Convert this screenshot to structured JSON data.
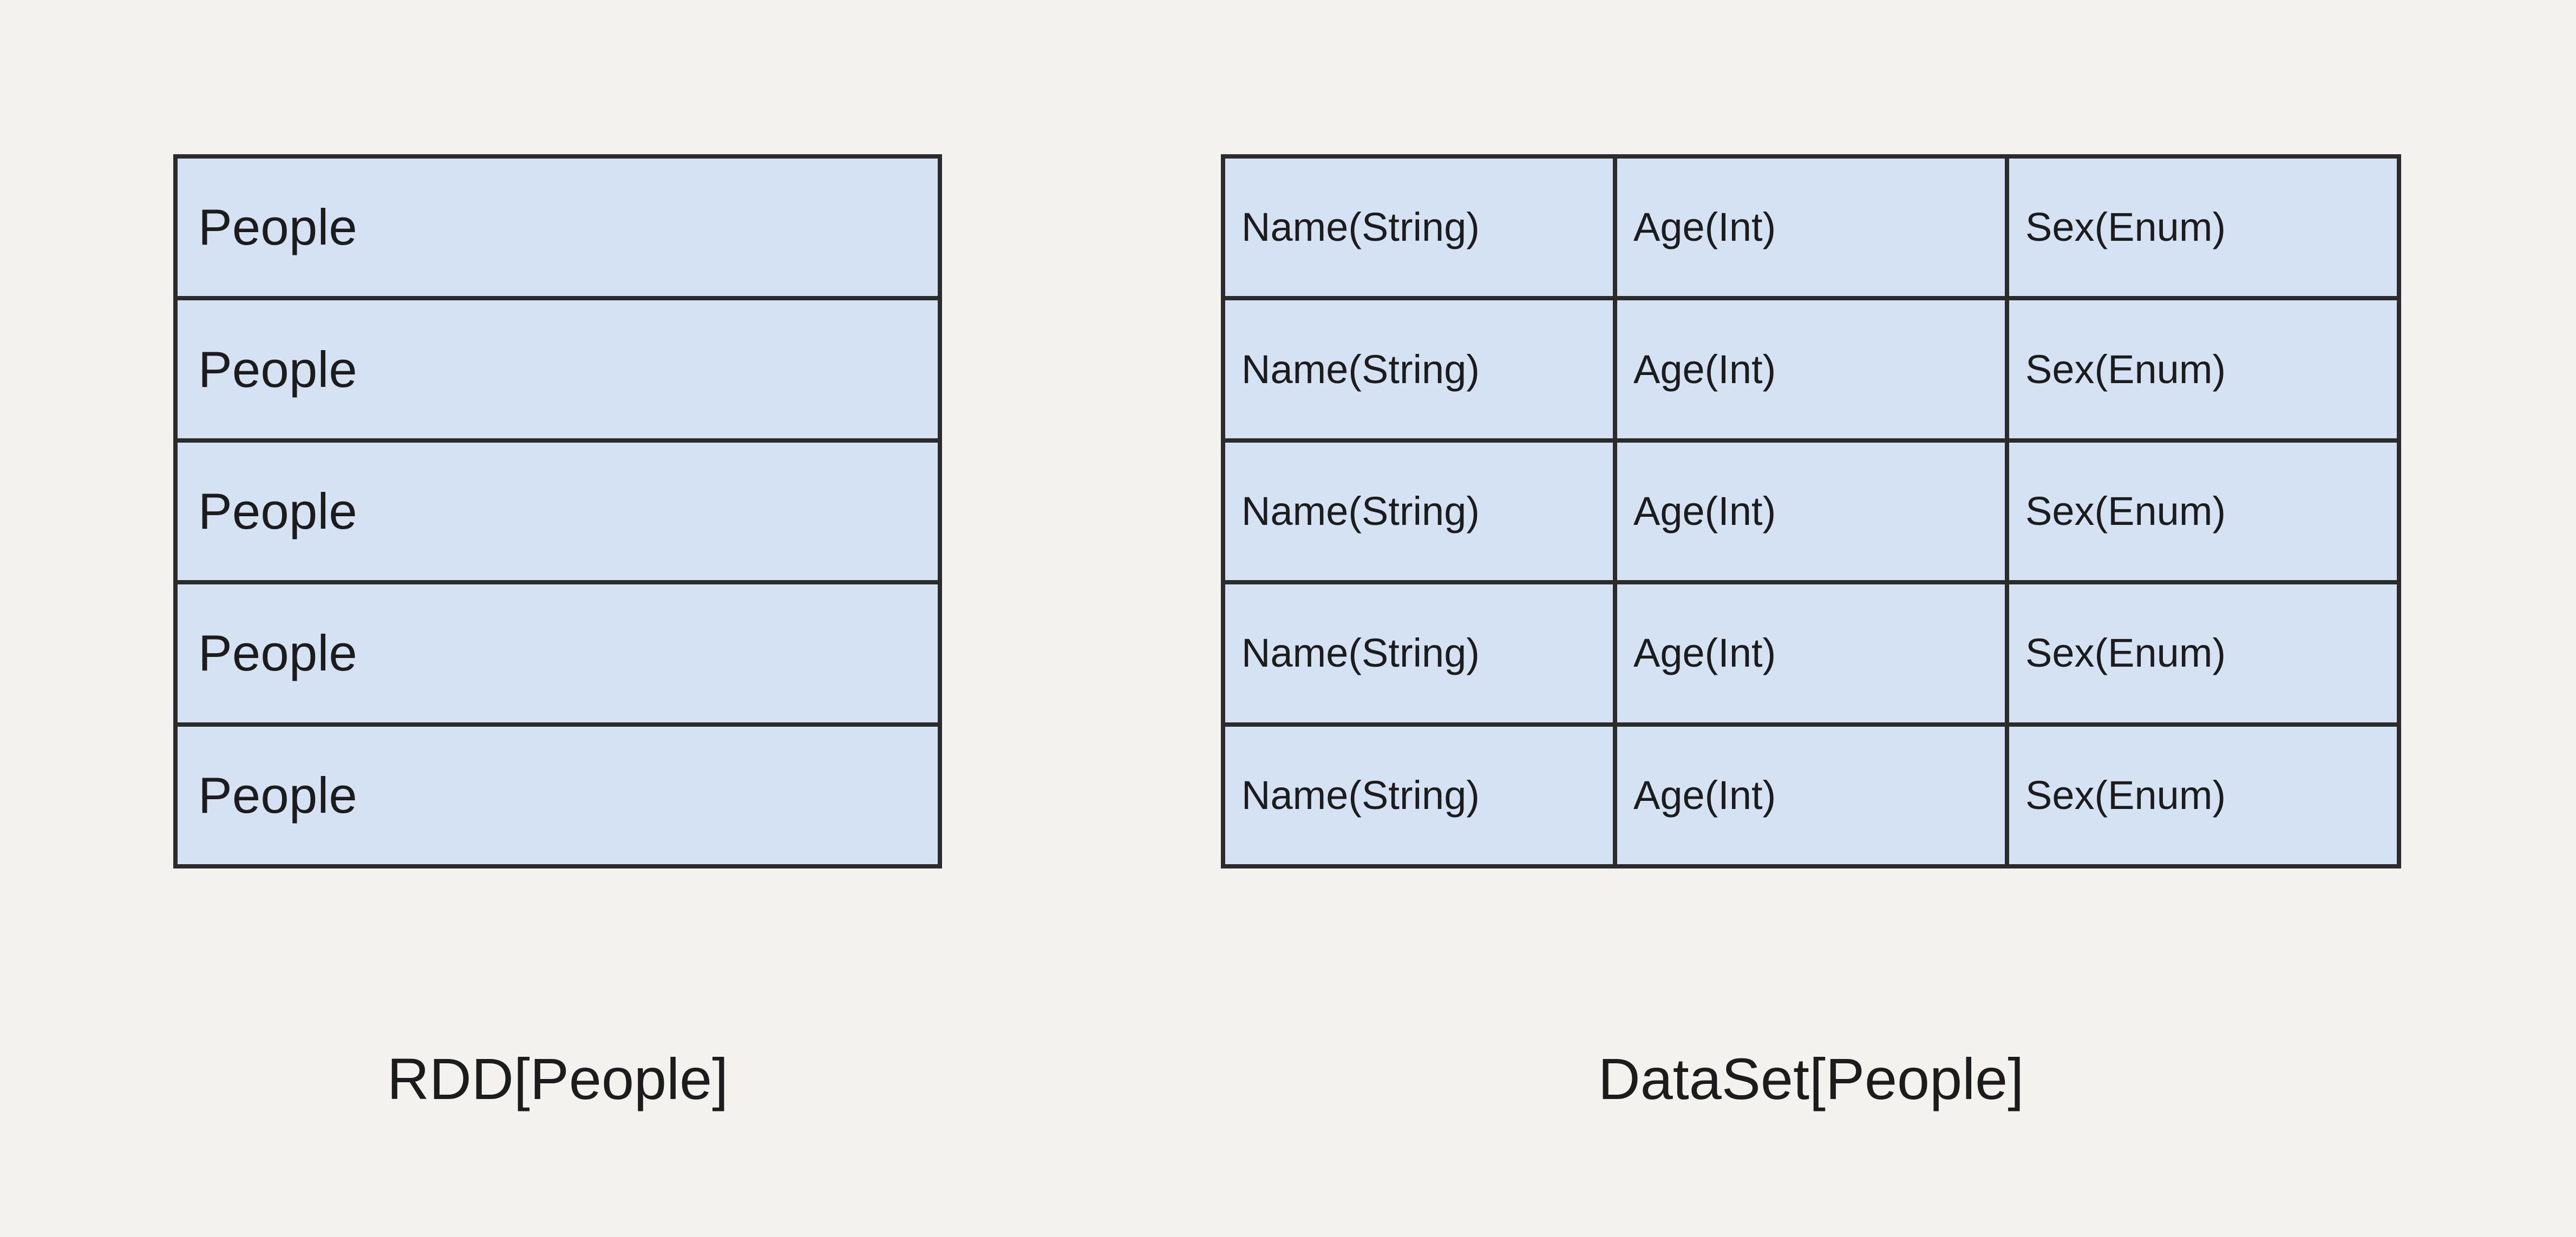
{
  "diagram": {
    "background_color": "#f4f2ee",
    "cell_fill_color": "#d4e2f3",
    "border_color": "#2b2b2b",
    "text_color": "#1c1c1c"
  },
  "rdd": {
    "caption": "RDD[People]",
    "row_count": 5,
    "rows": [
      {
        "label": "People"
      },
      {
        "label": "People"
      },
      {
        "label": "People"
      },
      {
        "label": "People"
      },
      {
        "label": "People"
      }
    ]
  },
  "dataset": {
    "caption": "DataSet[People]",
    "row_count": 5,
    "column_count": 3,
    "columns": [
      "Name(String)",
      "Age(Int)",
      "Sex(Enum)"
    ],
    "rows": [
      {
        "cells": [
          "Name(String)",
          "Age(Int)",
          "Sex(Enum)"
        ]
      },
      {
        "cells": [
          "Name(String)",
          "Age(Int)",
          "Sex(Enum)"
        ]
      },
      {
        "cells": [
          "Name(String)",
          "Age(Int)",
          "Sex(Enum)"
        ]
      },
      {
        "cells": [
          "Name(String)",
          "Age(Int)",
          "Sex(Enum)"
        ]
      },
      {
        "cells": [
          "Name(String)",
          "Age(Int)",
          "Sex(Enum)"
        ]
      }
    ]
  }
}
